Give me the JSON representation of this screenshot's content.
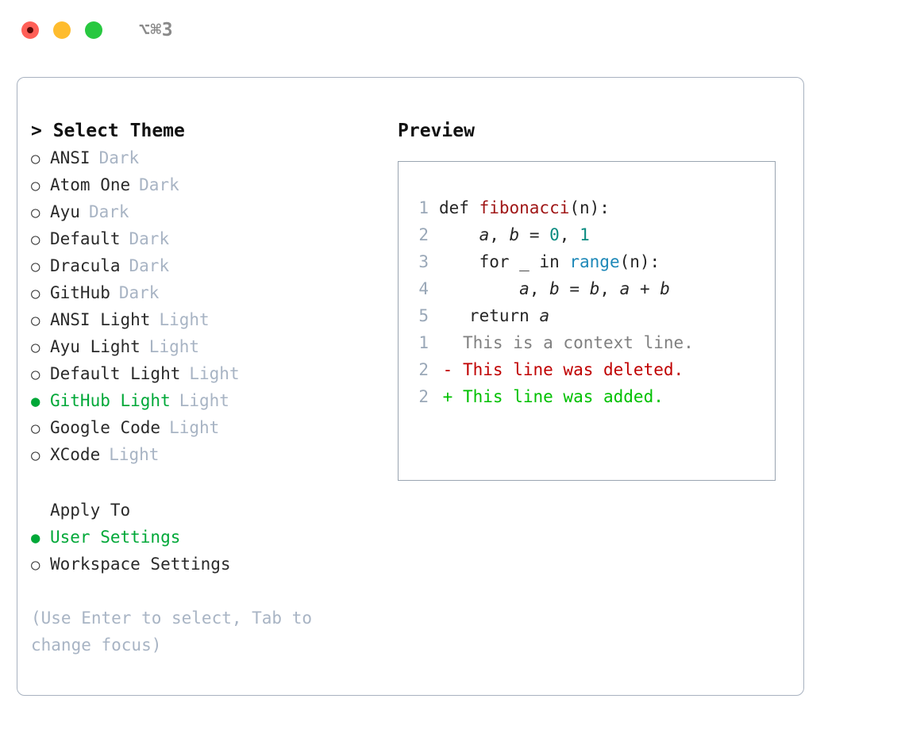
{
  "titlebar": {
    "shortcut": "⌥⌘3",
    "buttons": [
      {
        "name": "close",
        "color": "#ff5f57"
      },
      {
        "name": "minimize",
        "color": "#febc2e"
      },
      {
        "name": "maximize",
        "color": "#28c840"
      }
    ]
  },
  "theme_panel": {
    "heading": "> Select Theme",
    "marker_unselected": "○",
    "marker_selected": "●",
    "items": [
      {
        "label": "ANSI",
        "tag": "Dark",
        "selected": false
      },
      {
        "label": "Atom One",
        "tag": "Dark",
        "selected": false
      },
      {
        "label": "Ayu",
        "tag": "Dark",
        "selected": false
      },
      {
        "label": "Default",
        "tag": "Dark",
        "selected": false
      },
      {
        "label": "Dracula",
        "tag": "Dark",
        "selected": false
      },
      {
        "label": "GitHub",
        "tag": "Dark",
        "selected": false
      },
      {
        "label": "ANSI Light",
        "tag": "Light",
        "selected": false
      },
      {
        "label": "Ayu Light",
        "tag": "Light",
        "selected": false
      },
      {
        "label": "Default Light",
        "tag": "Light",
        "selected": false
      },
      {
        "label": "GitHub Light",
        "tag": "Light",
        "selected": true
      },
      {
        "label": "Google Code",
        "tag": "Light",
        "selected": false
      },
      {
        "label": "XCode",
        "tag": "Light",
        "selected": false
      }
    ]
  },
  "apply_to": {
    "label": "Apply To",
    "options": [
      {
        "label": "User Settings",
        "selected": true
      },
      {
        "label": "Workspace Settings",
        "selected": false
      }
    ]
  },
  "hint": "(Use Enter to select, Tab to change focus)",
  "preview": {
    "heading": "Preview",
    "code_lines": [
      {
        "no": "1",
        "segments": [
          {
            "text": "def ",
            "type": "plain"
          },
          {
            "text": "fibonacci",
            "type": "fn"
          },
          {
            "text": "(n):",
            "type": "plain"
          }
        ]
      },
      {
        "no": "2",
        "segments": [
          {
            "text": "    ",
            "type": "plain"
          },
          {
            "text": "a",
            "type": "var"
          },
          {
            "text": ", ",
            "type": "plain"
          },
          {
            "text": "b",
            "type": "var"
          },
          {
            "text": " = ",
            "type": "plain"
          },
          {
            "text": "0",
            "type": "num"
          },
          {
            "text": ", ",
            "type": "plain"
          },
          {
            "text": "1",
            "type": "num"
          }
        ]
      },
      {
        "no": "3",
        "segments": [
          {
            "text": "    for _ in ",
            "type": "plain"
          },
          {
            "text": "range",
            "type": "call"
          },
          {
            "text": "(n):",
            "type": "plain"
          }
        ]
      },
      {
        "no": "4",
        "segments": [
          {
            "text": "        ",
            "type": "plain"
          },
          {
            "text": "a",
            "type": "var"
          },
          {
            "text": ", ",
            "type": "plain"
          },
          {
            "text": "b",
            "type": "var"
          },
          {
            "text": " = ",
            "type": "plain"
          },
          {
            "text": "b",
            "type": "var"
          },
          {
            "text": ", ",
            "type": "plain"
          },
          {
            "text": "a",
            "type": "var"
          },
          {
            "text": " + ",
            "type": "plain"
          },
          {
            "text": "b",
            "type": "var"
          }
        ]
      },
      {
        "no": "5",
        "segments": [
          {
            "text": "   return ",
            "type": "plain"
          },
          {
            "text": "a",
            "type": "var"
          }
        ]
      }
    ],
    "diff_lines": [
      {
        "no": "1",
        "sign": " ",
        "text": "This is a context line.",
        "kind": "context"
      },
      {
        "no": "2",
        "sign": "-",
        "text": "This line was deleted.",
        "kind": "del"
      },
      {
        "no": "2",
        "sign": "+",
        "text": "This line was added.",
        "kind": "add"
      }
    ]
  },
  "colors": {
    "accent_green": "#00a838",
    "diff_added": "#00c000",
    "diff_deleted": "#c00000",
    "diff_context": "#808080",
    "muted": "#a8b4c4",
    "border": "#9aa5b1",
    "syntax_function": "#a01818",
    "syntax_number": "#0a8b80",
    "syntax_call": "#1d88b8"
  }
}
